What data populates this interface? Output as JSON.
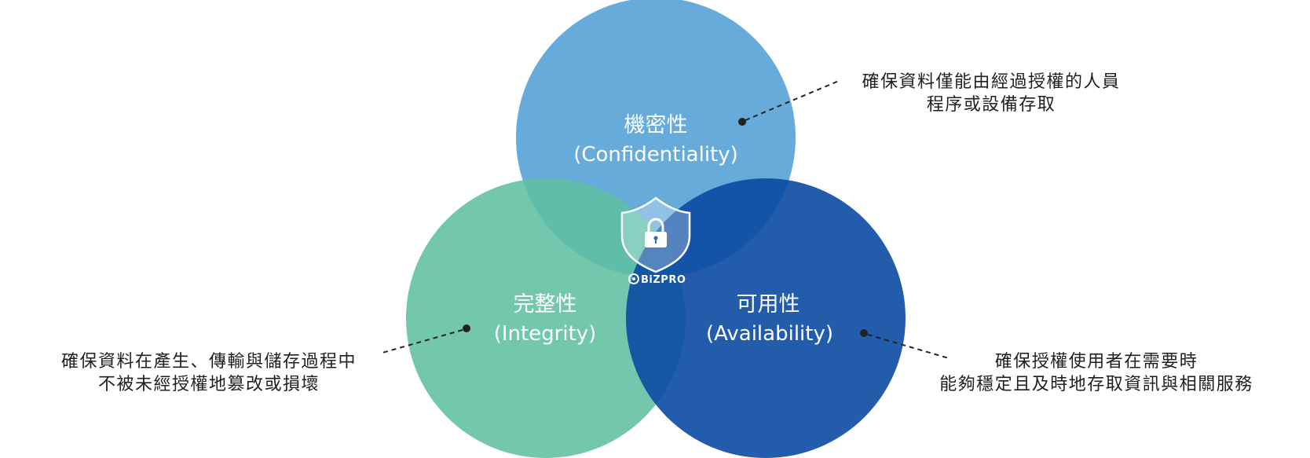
{
  "colors": {
    "confidentiality": "#5aa4d8",
    "integrity": "#5fbfa2",
    "availability": "#0b4aa2",
    "text_dark": "#1f1f1f",
    "leader": "#222222"
  },
  "circles": {
    "confidentiality": {
      "title": "機密性",
      "subtitle": "(Confidentiality)"
    },
    "integrity": {
      "title": "完整性",
      "subtitle": "(Integrity)"
    },
    "availability": {
      "title": "可用性",
      "subtitle": "(Availability)"
    }
  },
  "descriptions": {
    "confidentiality": [
      "確保資料僅能由經過授權的人員",
      "程序或設備存取"
    ],
    "integrity": [
      "確保資料在產生、傳輸與儲存過程中",
      "不被未經授權地篡改或損壞"
    ],
    "availability": [
      "確保授權使用者在需要時",
      "能夠穩定且及時地存取資訊與相關服務"
    ]
  },
  "center": {
    "icon": "shield-lock-icon",
    "brand": "BiZPRO"
  }
}
